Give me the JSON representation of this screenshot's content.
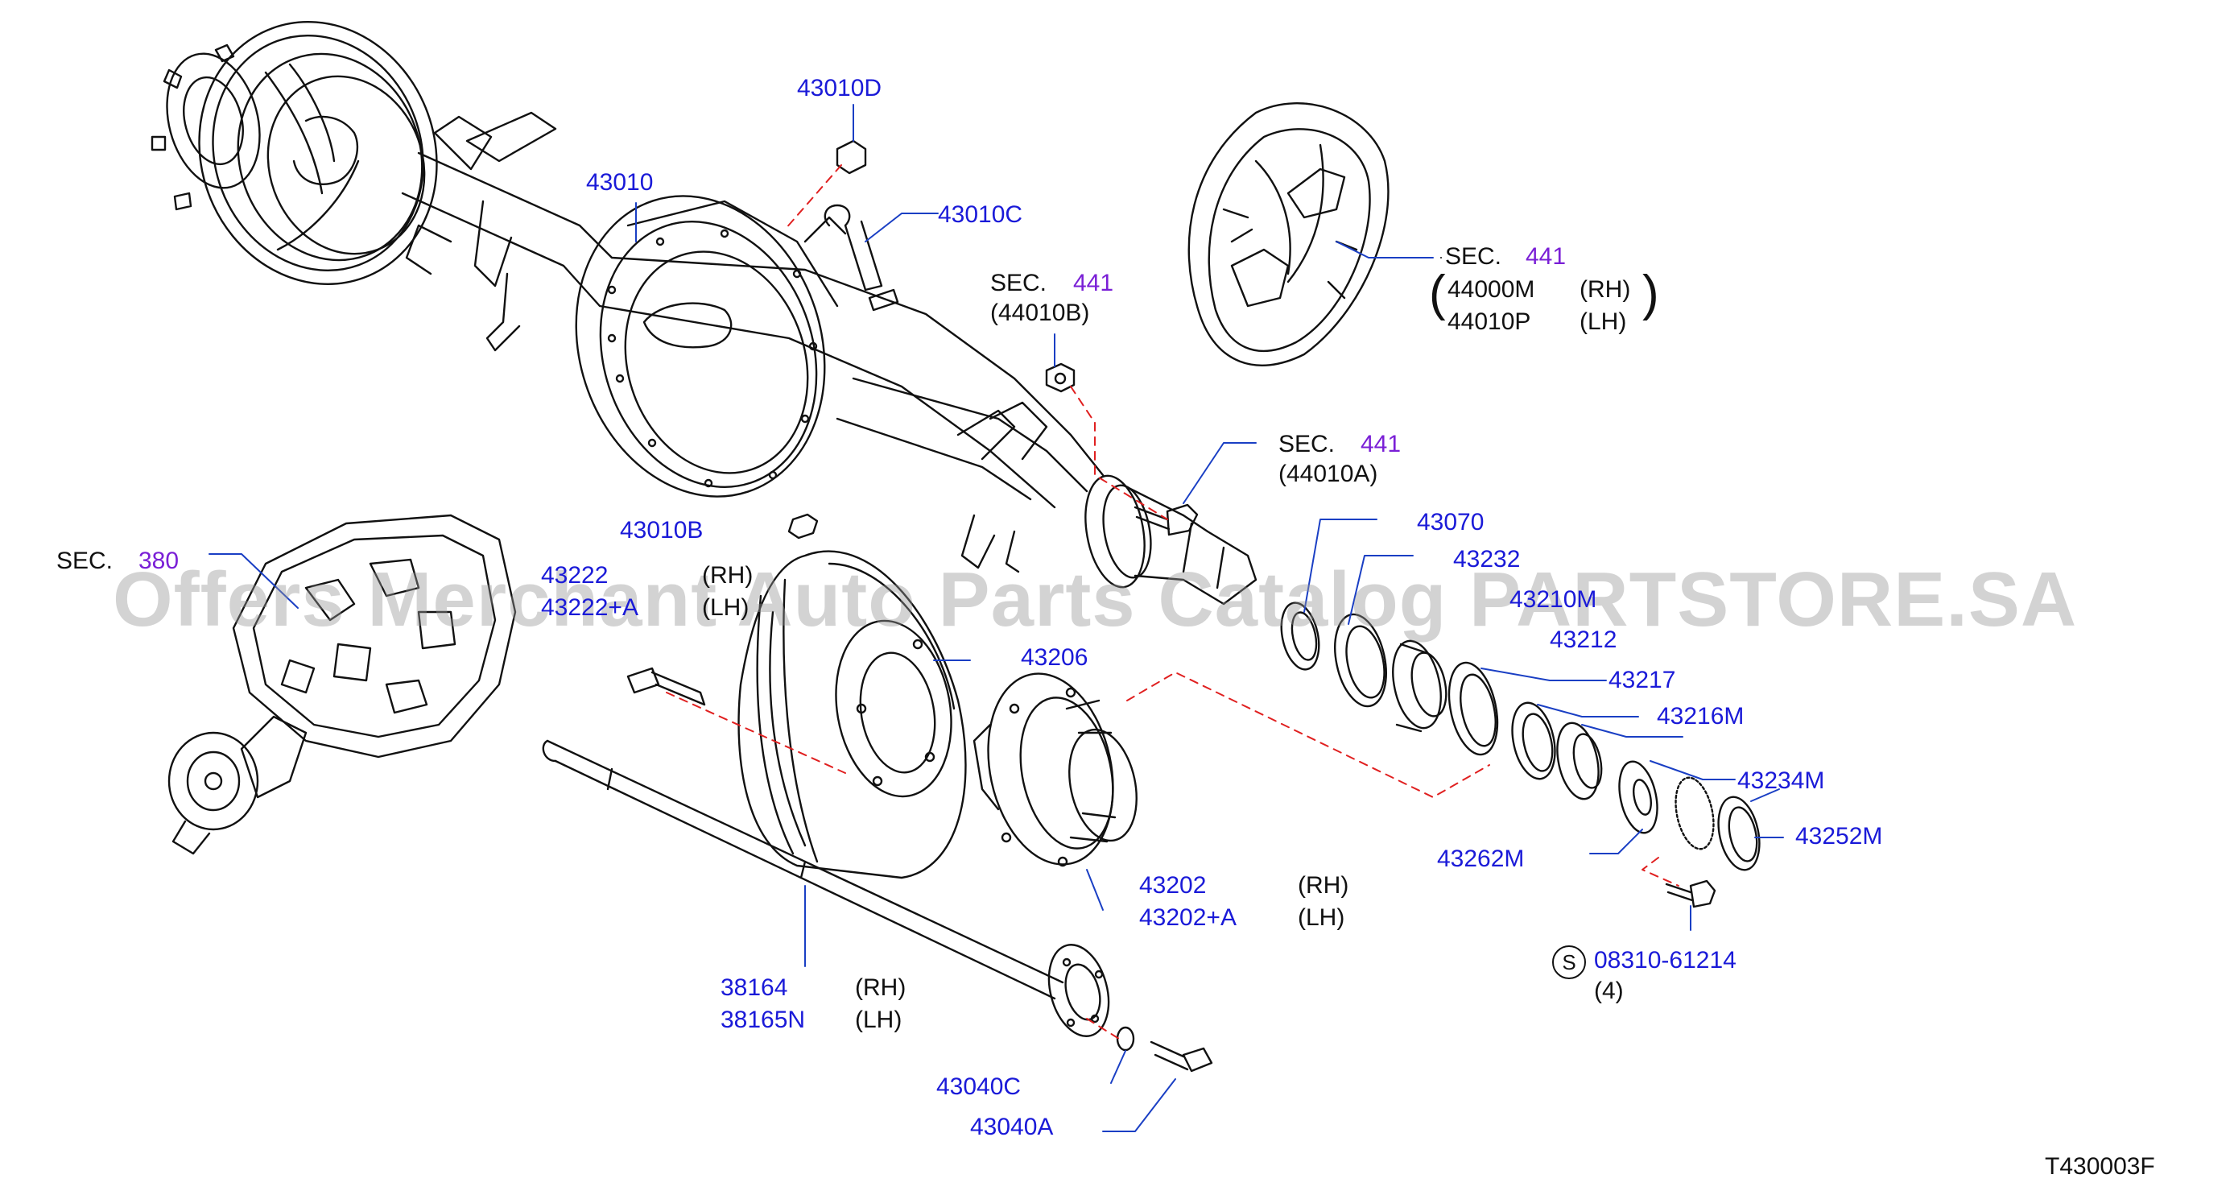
{
  "watermark": "Offers Merchant Auto Parts Catalog PARTSTORE.SA",
  "diagram_code": "T430003F",
  "sections": {
    "sec_prefix": "SEC.",
    "brake": {
      "num": "441",
      "parts": [
        "44000M",
        "44010P"
      ],
      "sides": [
        "(RH)",
        "(LH)"
      ]
    },
    "upper": {
      "num": "441",
      "ref": "(44010B)"
    },
    "mid": {
      "num": "441",
      "ref": "(44010A)"
    },
    "diff": {
      "num": "380"
    }
  },
  "parts": {
    "p43010D": "43010D",
    "p43010": "43010",
    "p43010C": "43010C",
    "p43010B": "43010B",
    "p43070": "43070",
    "p43232": "43232",
    "p43210M": "43210M",
    "p43212": "43212",
    "p43222": "43222",
    "p43222A": "43222+A",
    "p43206": "43206",
    "p43217": "43217",
    "p43216M": "43216M",
    "p43234M": "43234M",
    "p43252M": "43252M",
    "p43262M": "43262M",
    "p43202": "43202",
    "p43202A": "43202+A",
    "p38164": "38164",
    "p38165N": "38165N",
    "p43040C": "43040C",
    "p43040A": "43040A",
    "bolt": {
      "symbol": "S",
      "number": "08310-61214",
      "qty": "(4)"
    }
  },
  "sides": {
    "rh": "(RH)",
    "lh": "(LH)"
  },
  "colors": {
    "part_number": "#1a1ad8",
    "section": "#7a1fd6",
    "leader": "#1a3fc4",
    "dashed": "#e02020",
    "line": "#111111"
  }
}
